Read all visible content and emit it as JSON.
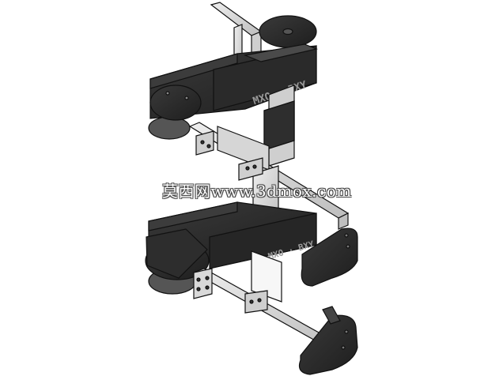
{
  "watermark": {
    "text": "莫西网www.3dmox.com"
  },
  "model": {
    "part_label_upper": "MXO · BXY",
    "part_label_lower": "MXO · BXY"
  },
  "colors": {
    "background": "#ffffff",
    "dark_part": "#2b2b2b",
    "silver_part": "#d2d2d2",
    "edge": "#111111"
  }
}
